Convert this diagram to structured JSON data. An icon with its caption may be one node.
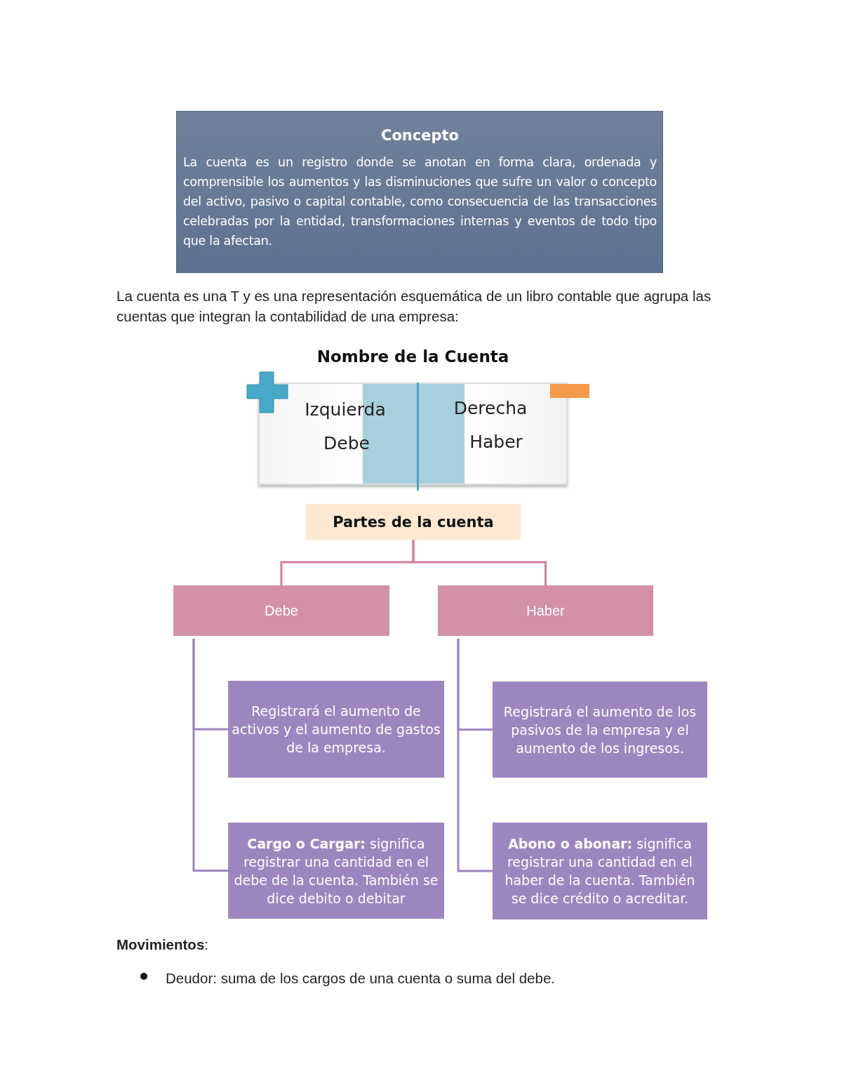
{
  "diagram": {
    "nodes": [
      {
        "text": [
          "Concepto",
          "La cuenta es un registro donde se anotan en forma clara, ordenada y comprensible los aumentos y las disminuciones que sufre un valor o concepto del activo, pasivo o capital contable, como consecuencia de las transacciones celebradas por la entidad, transformaciones internas y eventos de todo tipo que la afectan."
        ]
      },
      {
        "text": [
          "Nombre de la Cuenta",
          "Izquierda",
          "Debe",
          "Derecha",
          "Haber"
        ]
      },
      {
        "text": [
          "Partes de la cuenta"
        ]
      },
      {
        "text": [
          "Debe"
        ]
      },
      {
        "text": [
          "Haber"
        ]
      },
      {
        "text": [
          "Registrará el aumento de activos y el aumento de gastos de la empresa."
        ]
      },
      {
        "text": [
          "Registrará el aumento de los pasivos de la empresa y el aumento de los ingresos."
        ]
      },
      {
        "text": [
          "**Cargo o Cargar:** significa registrar una cantidad en el debe de la cuenta. También se dice debito o debitar"
        ]
      },
      {
        "text": [
          "**Abono o abonar:** significa registrar una cantidad en el haber de la cuenta. También se dice crédito o acreditar."
        ]
      }
    ],
    "edges": [
      {
        "from": 2,
        "to": 3,
        "arrow": "none"
      },
      {
        "from": 2,
        "to": 4,
        "arrow": "none"
      },
      {
        "from": 3,
        "to": 5,
        "arrow": "none",
        "color": "#9d86c0"
      },
      {
        "from": 3,
        "to": 7,
        "arrow": "none",
        "color": "#9d86c0"
      },
      {
        "from": 4,
        "to": 6,
        "arrow": "none",
        "color": "#9d86c0"
      },
      {
        "from": 4,
        "to": 8,
        "arrow": "none",
        "color": "#9d86c0"
      }
    ],
    "labels": [
      "La cuenta es una T y es una representación esquemática de un libro contable que agrupa las cuentas que integran la contabilidad de una empresa:",
      "**Movimientos**:",
      "Deudor: suma de los cargos de una cuenta o suma del debe."
    ]
  }
}
